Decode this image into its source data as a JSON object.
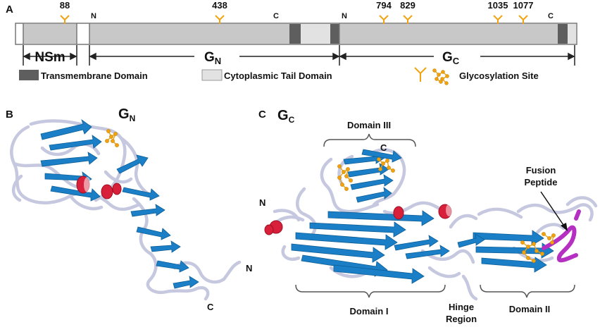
{
  "colors": {
    "transmembrane": "#5e5e5e",
    "cytoplasmic_tail": "#e2e2e2",
    "ectodomain": "#c8c8c8",
    "glycosylation": "#f2a20f",
    "beta_strand": "#1a7fc7",
    "helix": "#d8203a",
    "loop": "#c5c8de",
    "fusion_peptide": "#b52fc2"
  },
  "panel_a": {
    "letter": "A",
    "sites": [
      "88",
      "438",
      "794",
      "829",
      "1035",
      "1077"
    ],
    "termini": [
      "N",
      "C",
      "N",
      "C"
    ],
    "regions": [
      "NSm",
      "G",
      "N",
      "G",
      "C"
    ],
    "legend": {
      "transmembrane": "Transmembrane Domain",
      "cytoplasmic": "Cytoplasmic Tail Domain",
      "glycosylation": "Glycosylation Site",
      "icons": [
        "glycosylation-y-icon",
        "glycan-cluster-icon"
      ]
    }
  },
  "panel_b": {
    "letter": "B",
    "title": "G",
    "title_sub": "N",
    "termini": [
      "N",
      "C"
    ]
  },
  "panel_c": {
    "letter": "C",
    "title": "G",
    "title_sub": "C",
    "termini": [
      "C",
      "N"
    ],
    "labels": [
      "Domain III",
      "Fusion",
      "Peptide",
      "Domain I",
      "Hinge",
      "Region",
      "Domain II"
    ]
  }
}
